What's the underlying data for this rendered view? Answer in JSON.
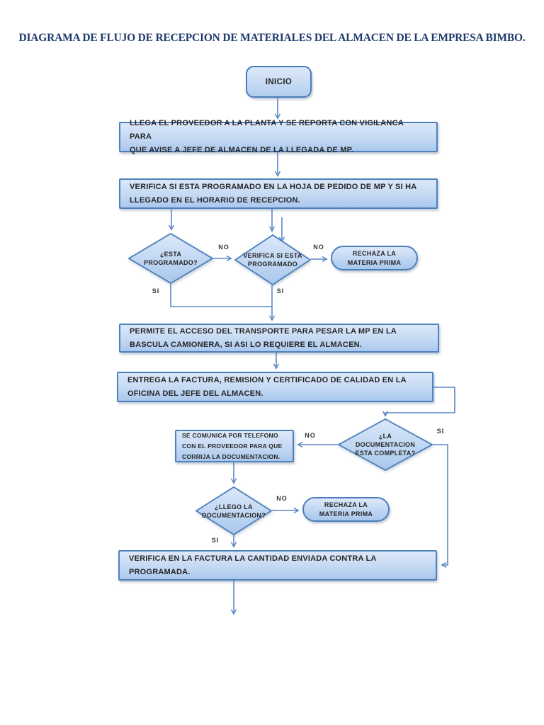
{
  "title": "DIAGRAMA DE FLUJO DE RECEPCION DE MATERIALES DEL ALMACEN DE LA EMPRESA BIMBO.",
  "colors": {
    "title_text": "#1f3a6e",
    "node_border": "#4f81bd",
    "node_fill_top": "#dce8f9",
    "node_fill_bottom": "#aac8ed",
    "connector": "#5b87c5",
    "node_text": "#262626"
  },
  "nodes": {
    "inicio": {
      "label": "INICIO"
    },
    "box1": {
      "label": "LLEGA EL PROVEEDOR A LA PLANTA Y SE REPORTA CON VIGILANCA PARA\nQUE AVISE A JEFE DE ALMACEN DE LA LLEGADA DE MP."
    },
    "box2": {
      "label": "VERIFICA SI ESTA PROGRAMADO EN LA HOJA DE PEDIDO DE MP Y SI HA\nLLEGADO EN EL HORARIO DE RECEPCION."
    },
    "decision_esta_programado": {
      "label": "¿ESTA\nPROGRAMADO?"
    },
    "decision_verifica_programado": {
      "label": "VERIFICA SI ESTA\nPROGRAMADO"
    },
    "rechaza1": {
      "label": "RECHAZA LA\nMATERIA PRIMA"
    },
    "box3": {
      "label": "PERMITE EL ACCESO DEL TRANSPORTE PARA PESAR LA MP EN LA\nBASCULA CAMIONERA, SI ASI LO REQUIERE EL ALMACEN."
    },
    "box4": {
      "label": "ENTREGA LA FACTURA, REMISION Y CERTIFICADO DE CALIDAD EN LA\nOFICINA DEL JEFE DEL ALMACEN."
    },
    "telefono": {
      "label": "SE COMUNICA POR TELEFONO\nCON EL PROVEEDOR PARA QUE\nCORRIJA LA DOCUMENTACION."
    },
    "decision_doc_completa": {
      "label": "¿LA\nDOCUMENTACION\nESTA COMPLETA?"
    },
    "decision_llego_doc": {
      "label": "¿LLEGO LA\nDOCUMENTACION?"
    },
    "rechaza2": {
      "label": "RECHAZA LA\nMATERIA PRIMA"
    },
    "box5": {
      "label": "VERIFICA EN LA FACTURA LA CANTIDAD ENVIADA CONTRA LA\nPROGRAMADA."
    }
  },
  "labels": {
    "yes": "SI",
    "no": "NO"
  }
}
